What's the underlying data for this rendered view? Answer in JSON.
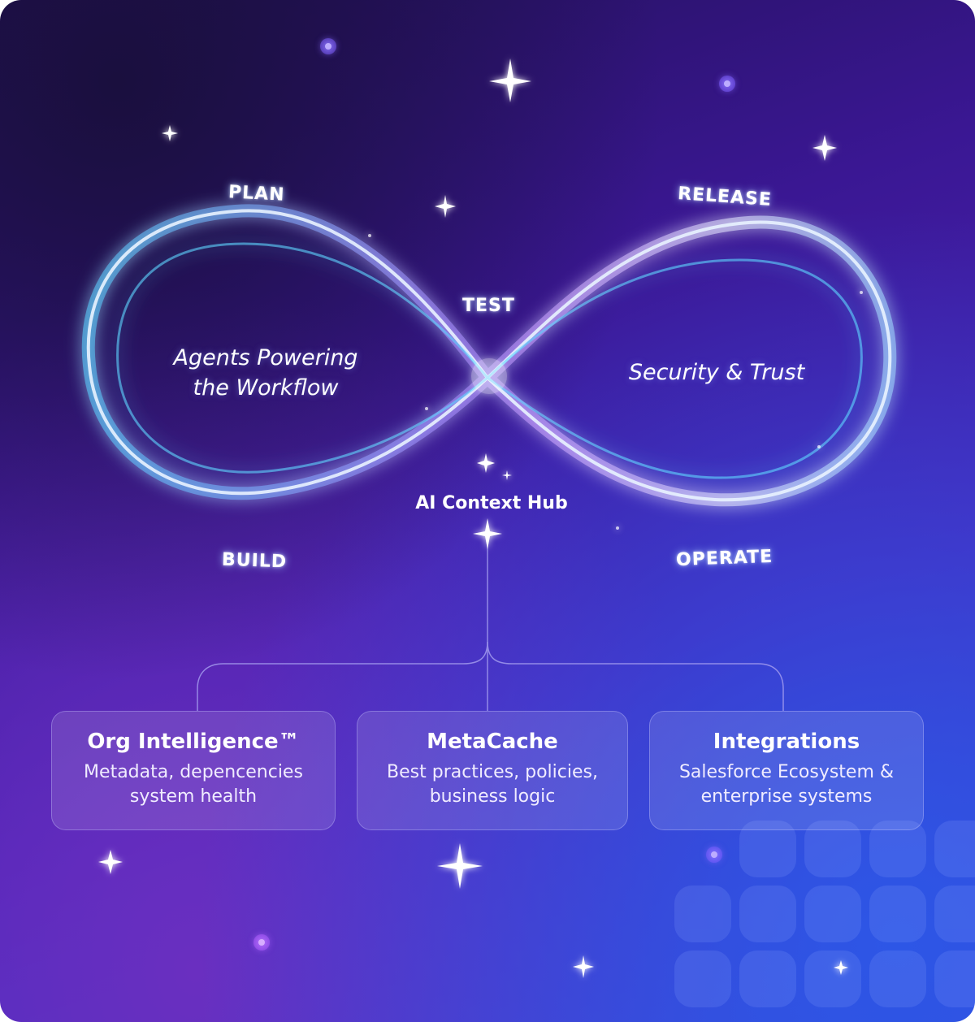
{
  "cycle": {
    "plan": "PLAN",
    "release": "RELEASE",
    "test": "TEST",
    "build": "BUILD",
    "operate": "OPERATE"
  },
  "left_text": "Agents Powering the Workflow",
  "right_text": "Security & Trust",
  "hub_label": "AI Context Hub",
  "cards": [
    {
      "title": "Org Intelligence™",
      "desc": "Metadata, depencencies system health"
    },
    {
      "title": "MetaCache",
      "desc": "Best practices, policies, business logic"
    },
    {
      "title": "Integrations",
      "desc": "Salesforce Ecosystem & enterprise systems"
    }
  ],
  "colors": {
    "glow_cyan": "#5fd6ff",
    "glow_violet": "#b27cff",
    "background_dark": "#1a0f3e",
    "background_blue": "#2d56e6"
  },
  "icons": [
    "sparkle-icon",
    "infinity-loop-icon"
  ]
}
